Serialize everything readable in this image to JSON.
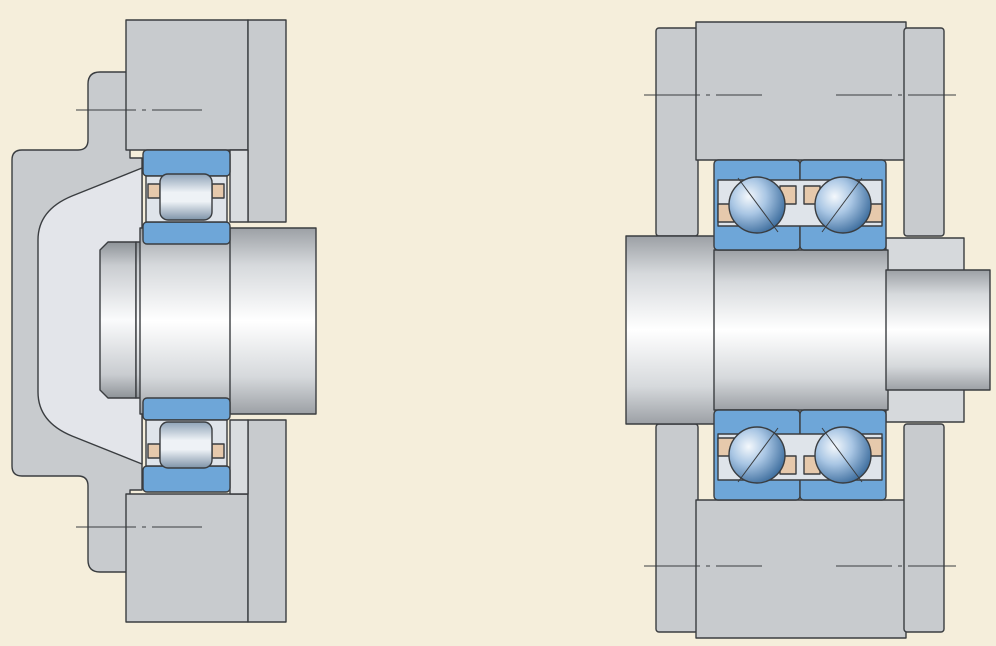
{
  "canvas": {
    "background": "#f5eedb"
  },
  "colors": {
    "housing": "#c8cbce",
    "housing_light": "#d9dcdf",
    "cover_light": "#e4e6ea",
    "outline": "#3a3d40",
    "ring_blue": "#6ea6d8",
    "ring_blue_dark": "#4f8cc4",
    "cage_tan": "#e6c9ac",
    "shaft_mid": "#f4f5f6",
    "shaft_edge": "#9a9ea3"
  },
  "figures": [
    {
      "name": "cylindrical-roller-bearing-arrangement",
      "rolling_element": "roller",
      "rows": 1
    },
    {
      "name": "angular-contact-ball-bearing-pair-arrangement",
      "rolling_element": "ball",
      "rows": 2
    }
  ]
}
